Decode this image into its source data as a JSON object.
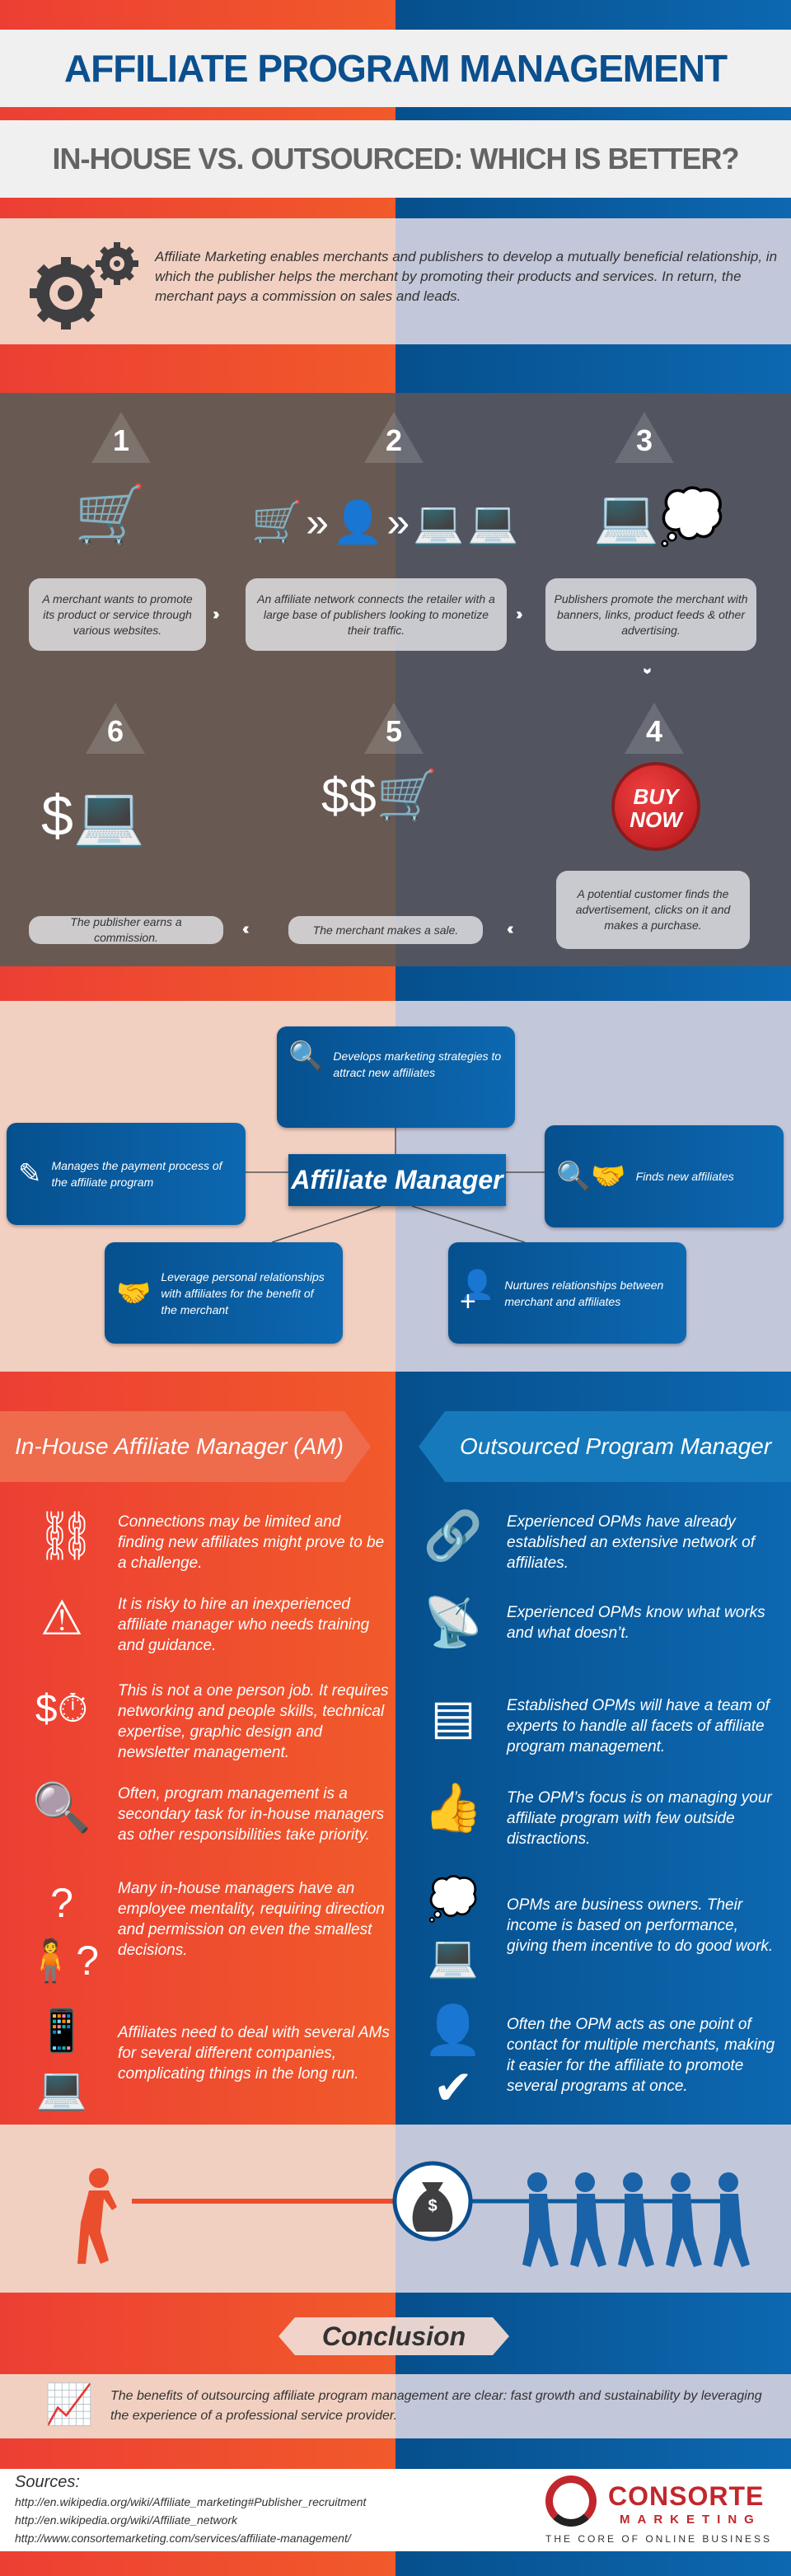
{
  "header": {
    "title": "AFFILIATE PROGRAM MANAGEMENT",
    "subtitle": "IN-HOUSE VS. OUTSOURCED: WHICH IS BETTER?"
  },
  "intro": {
    "icon": "gears-icon",
    "text": "Affiliate Marketing enables merchants and publishers to develop a mutually beneficial relationship, in which the publisher helps the merchant by promoting their products and services. In return, the merchant pays a commission on sales and leads."
  },
  "steps": [
    {
      "number": "1",
      "text": "A merchant wants to promote its product or service through various websites.",
      "icon": "merchant-cart-icon"
    },
    {
      "number": "2",
      "text": "An affiliate network connects the retailer with a large base of publishers looking to monetize their traffic.",
      "icon": "network-icon"
    },
    {
      "number": "3",
      "text": "Publishers promote the merchant with banners, links, product feeds & other advertising.",
      "icon": "publisher-desk-icon"
    },
    {
      "number": "4",
      "text": "A potential customer finds the advertisement, clicks on it and makes a purchase.",
      "icon": "buy-now-button-icon",
      "button_text": "BUY NOW"
    },
    {
      "number": "5",
      "text": "The merchant makes a sale.",
      "icon": "dollars-cart-icon"
    },
    {
      "number": "6",
      "text": "The publisher earns a commission.",
      "icon": "commission-icon"
    }
  ],
  "manager": {
    "center": "Affiliate Manager",
    "roles": [
      {
        "text": "Develops marketing strategies to attract new affiliates",
        "icon": "magnifier-icon"
      },
      {
        "text": "Manages the payment process of the affiliate program",
        "icon": "check-pen-icon"
      },
      {
        "text": "Finds new affiliates",
        "icon": "search-handshake-icon"
      },
      {
        "text": "Leverage personal relationships with affiliates for the benefit of the merchant",
        "icon": "handshake-icon"
      },
      {
        "text": "Nurtures relationships between merchant and affiliates",
        "icon": "add-user-icon"
      }
    ]
  },
  "inhouse": {
    "title": "In-House Affiliate Manager (AM)",
    "items": [
      {
        "text": "Connections may be limited and finding new affiliates might prove to be a challenge.",
        "icon": "broken-link-icon"
      },
      {
        "text": "It is risky to hire an inexperienced affiliate manager who needs training and guidance.",
        "icon": "warning-icon"
      },
      {
        "text": "This is not a one person job. It requires networking and people skills, technical expertise, graphic design and newsletter management.",
        "icon": "money-time-icon"
      },
      {
        "text": "Often, program management is a secondary task for in-house managers as other responsibilities take priority.",
        "icon": "search-x-icon"
      },
      {
        "text": "Many in-house managers have an employee mentality, requiring direction and permission on even the smallest decisions.",
        "icon": "confused-person-icon"
      },
      {
        "text": "Affiliates need to deal with several AMs for several different companies, complicating things in the long run.",
        "icon": "busy-desk-icon"
      }
    ]
  },
  "outsourced": {
    "title": "Outsourced Program Manager (OPM)",
    "items": [
      {
        "text": "Experienced OPMs have already established an extensive network of affiliates.",
        "icon": "link-icon"
      },
      {
        "text": "Experienced OPMs know what works and what doesn’t.",
        "icon": "satellite-dish-icon"
      },
      {
        "text": "Established OPMs will have a team of experts to handle all facets of affiliate program management.",
        "icon": "org-chart-icon"
      },
      {
        "text": "The OPM’s focus is on managing your affiliate program with few outside distractions.",
        "icon": "thumbs-up-icon"
      },
      {
        "text": "OPMs are business owners. Their income is based on performance, giving them incentive to do good work.",
        "icon": "thinking-desk-icon"
      },
      {
        "text": "Often the OPM acts as one point of contact for multiple merchants, making it easier for the affiliate to promote several programs at once.",
        "icon": "businessman-check-icon"
      }
    ]
  },
  "tug_of_war": {
    "icon": "money-bag-icon",
    "symbol": "$"
  },
  "conclusion": {
    "title": "Conclusion",
    "text": "The benefits of outsourcing affiliate program management are clear: fast growth and  sustainability by leveraging the experience of a professional service provider.",
    "icon": "growth-chart-icon"
  },
  "footer": {
    "sources_label": "Sources:",
    "sources": [
      "http://en.wikipedia.org/wiki/Affiliate_marketing#Publisher_recruitment",
      "http://en.wikipedia.org/wiki/Affiliate_network",
      "http://www.consortemarketing.com/services/affiliate-management/"
    ],
    "logo": {
      "name": "CONSORTE",
      "sub": "MARKETING",
      "tagline": "THE CORE OF ONLINE BUSINESS"
    }
  },
  "colors": {
    "orange": "#f15a2a",
    "red": "#ec3f34",
    "blue": "#0b5c9e",
    "title_blue": "#0b4f8e",
    "logo_red": "#c1272d"
  }
}
